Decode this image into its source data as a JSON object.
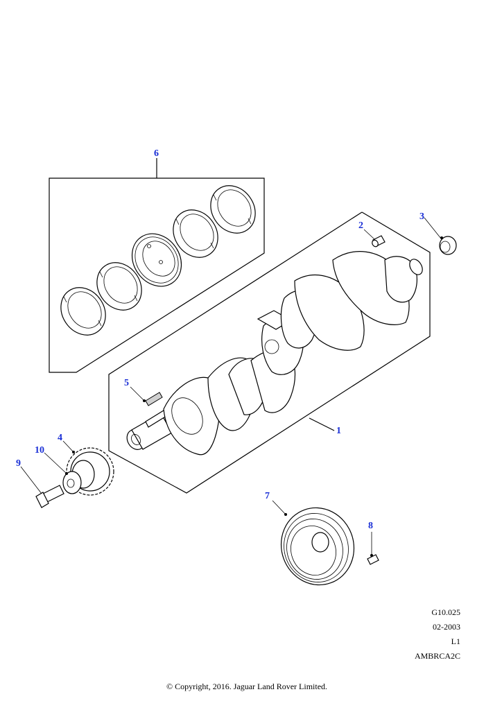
{
  "callouts": {
    "c1": "1",
    "c2": "2",
    "c3": "3",
    "c4": "4",
    "c5": "5",
    "c6": "6",
    "c7": "7",
    "c8": "8",
    "c9": "9",
    "c10": "10"
  },
  "meta": {
    "figure_code": "G10.025",
    "date": "02-2003",
    "level": "L1",
    "ref": "AMBRCA2C"
  },
  "copyright": "© Copyright, 2016. Jaguar Land Rover Limited.",
  "colors": {
    "callout": "#1a2fd6",
    "line": "#000000"
  }
}
